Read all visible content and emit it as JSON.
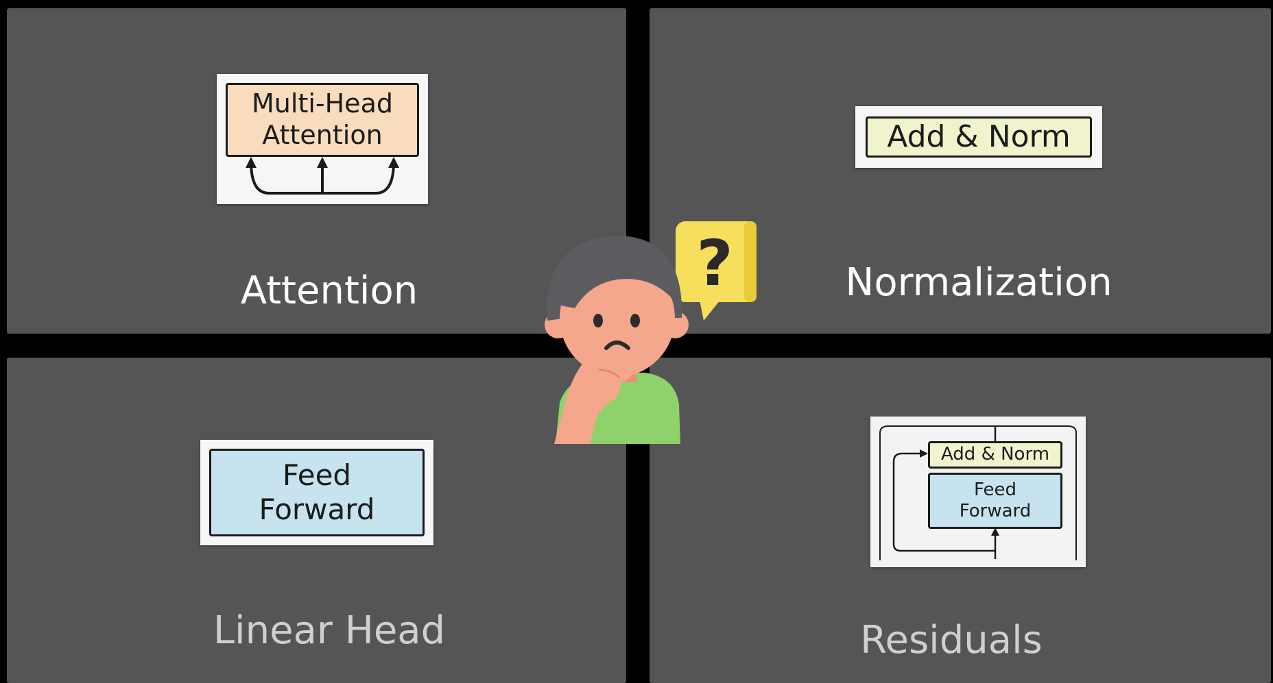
{
  "panels": {
    "attention": {
      "caption": "Attention",
      "box_line1": "Multi-Head",
      "box_line2": "Attention",
      "box_color": "#f9dcbd"
    },
    "normalization": {
      "caption": "Normalization",
      "box_label": "Add & Norm",
      "box_color": "#f1f3cd"
    },
    "linear_head": {
      "caption": "Linear Head",
      "box_line1": "Feed",
      "box_line2": "Forward",
      "box_color": "#c6e3ef"
    },
    "residuals": {
      "caption": "Residuals",
      "norm_label": "Add & Norm",
      "ff_line1": "Feed",
      "ff_line2": "Forward"
    }
  },
  "center_figure": {
    "icon": "thinking-person-icon",
    "bubble_icon": "question-mark-icon",
    "bubble_text": "?"
  },
  "colors": {
    "background": "#000000",
    "panel": "#555555",
    "skin": "#f4a78d",
    "hair": "#5c5b60",
    "shirt": "#8fd16a",
    "bubble": "#f7df5e"
  }
}
